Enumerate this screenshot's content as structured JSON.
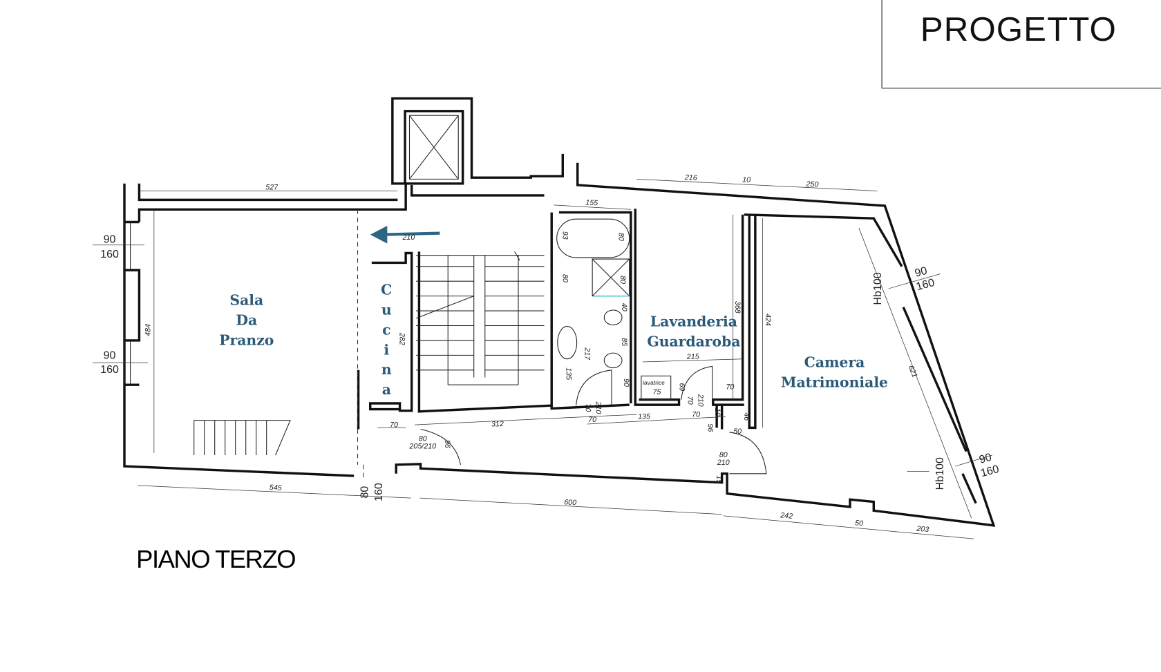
{
  "title": "PROGETTO",
  "floor_label": "PIANO TERZO",
  "colors": {
    "room_label": "#2b5a78",
    "arrow": "#2e6584",
    "walls": "#111111",
    "shower_edge": "#7fd6e0"
  },
  "rooms": {
    "sala": [
      "Sala",
      "Da",
      "Pranzo"
    ],
    "cucina": [
      "C",
      "u",
      "c",
      "i",
      "n",
      "a"
    ],
    "lavanderia": [
      "Lavanderia",
      "Guardaroba"
    ],
    "camera": [
      "Camera",
      "Matrimoniale"
    ],
    "lavatrice": "lavatrice"
  },
  "dimensions": [
    "527",
    "484",
    "90",
    "160",
    "90",
    "160",
    "545",
    "80",
    "160",
    "600",
    "242",
    "50",
    "203",
    "216",
    "10",
    "250",
    "155",
    "93",
    "80",
    "80",
    "80",
    "40",
    "85",
    "217",
    "135",
    "90",
    "215",
    "368",
    "424",
    "70",
    "46",
    "10",
    "96",
    "50",
    "80",
    "210",
    "19",
    "70",
    "210",
    "70",
    "135",
    "70",
    "70",
    "210",
    "75",
    "69",
    "312",
    "70",
    "80",
    "205/210",
    "96",
    "282",
    "210",
    "621",
    "Hb100",
    "Hb100",
    "90",
    "160",
    "90",
    "160"
  ],
  "icons": {
    "entry_arrow": "arrow-left-icon",
    "elevator": "elevator-shaft-icon"
  }
}
